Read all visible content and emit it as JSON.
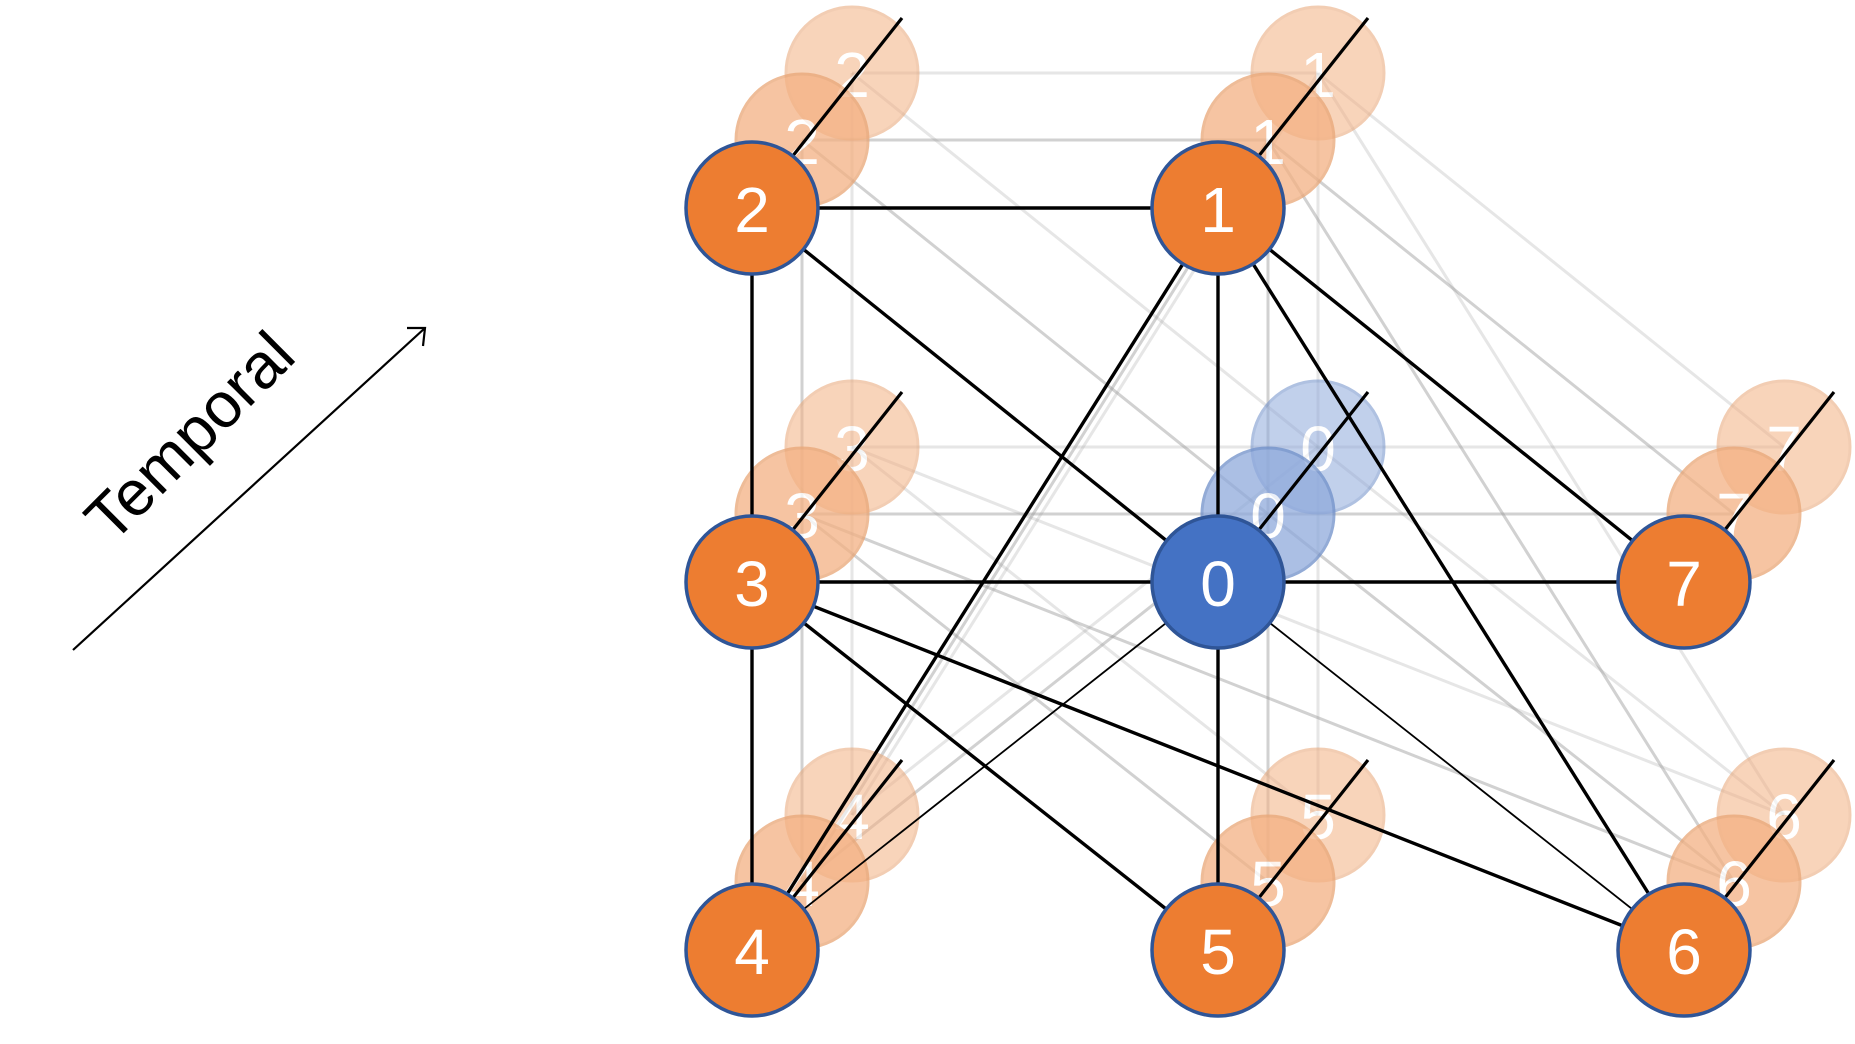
{
  "axis": {
    "label": "Temporal"
  },
  "colors": {
    "orange": "#ED7D31",
    "orange_light": "#F4B183",
    "blue": "#4472C4",
    "blue_light": "#8FAADC",
    "node_stroke": "#2F5597",
    "edge": "#000000",
    "edge_ghost": "#9A9A9A"
  },
  "nodes": [
    {
      "id": "0",
      "label": "0",
      "kind": "center"
    },
    {
      "id": "1",
      "label": "1",
      "kind": "neighbor"
    },
    {
      "id": "2",
      "label": "2",
      "kind": "neighbor"
    },
    {
      "id": "3",
      "label": "3",
      "kind": "neighbor"
    },
    {
      "id": "4",
      "label": "4",
      "kind": "neighbor"
    },
    {
      "id": "5",
      "label": "5",
      "kind": "neighbor"
    },
    {
      "id": "6",
      "label": "6",
      "kind": "neighbor"
    },
    {
      "id": "7",
      "label": "7",
      "kind": "neighbor"
    }
  ],
  "edges": [
    [
      "2",
      "1"
    ],
    [
      "2",
      "3"
    ],
    [
      "2",
      "0"
    ],
    [
      "1",
      "0"
    ],
    [
      "1",
      "7"
    ],
    [
      "1",
      "6"
    ],
    [
      "1",
      "4"
    ],
    [
      "3",
      "0"
    ],
    [
      "3",
      "4"
    ],
    [
      "3",
      "5"
    ],
    [
      "3",
      "6"
    ],
    [
      "0",
      "7"
    ],
    [
      "0",
      "5"
    ],
    [
      "0",
      "6"
    ],
    [
      "0",
      "4"
    ]
  ]
}
